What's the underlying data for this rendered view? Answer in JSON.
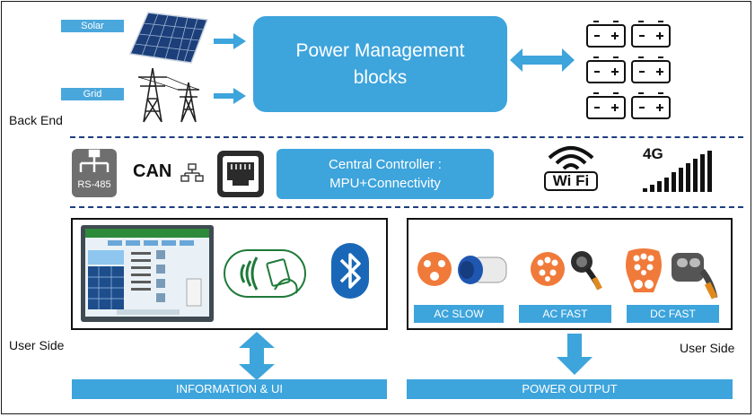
{
  "top": {
    "sources": [
      "Solar",
      "Grid"
    ],
    "power_block": [
      "Power Management",
      "blocks"
    ]
  },
  "back_end_label": "Back End",
  "middle": {
    "rs485": "RS-485",
    "can": "CAN",
    "controller": [
      "Central Controller :",
      "MPU+Connectivity"
    ],
    "wifi": "Wi Fi",
    "lte": "4G"
  },
  "left_panel": {
    "side_label": "User Side",
    "footer": "INFORMATION & UI"
  },
  "right_panel": {
    "side_label": "User Side",
    "chargers": [
      "AC SLOW",
      "AC FAST",
      "DC FAST"
    ],
    "footer": "POWER OUTPUT"
  },
  "colors": {
    "accent": "#3da4dc",
    "divider": "#1e3d80",
    "plug": "#f07a3a"
  }
}
